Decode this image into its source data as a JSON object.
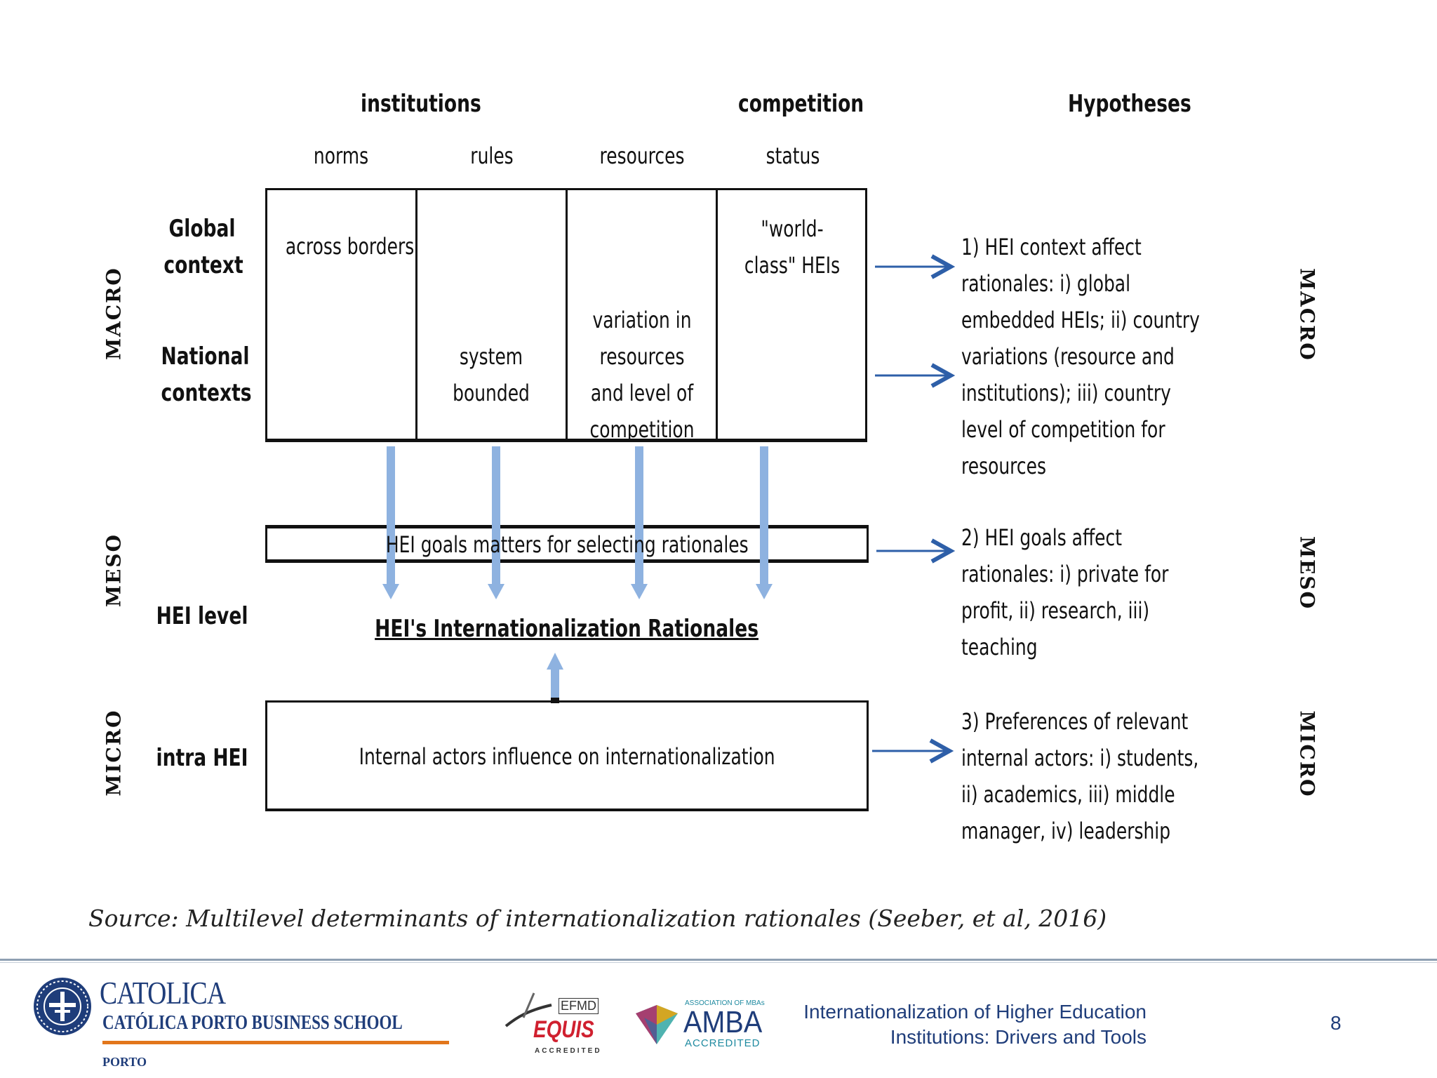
{
  "diagram": {
    "headers": {
      "institutions": "institutions",
      "competition": "competition",
      "hypotheses": "Hypotheses"
    },
    "subheaders": [
      "norms",
      "rules",
      "resources",
      "status"
    ],
    "row_labels": {
      "global": "Global context",
      "national": "National contexts",
      "hei_level": "HEI level",
      "intra_hei": "intra HEI"
    },
    "levels": {
      "macro": "MACRO",
      "meso": "MESO",
      "micro": "MICRO"
    },
    "cells": {
      "norms": "across borders",
      "rules": "system bounded",
      "resources": "variation in resources and level of competition",
      "status": "\"world-class\" HEIs"
    },
    "meso_box": "HEI goals matters for selecting rationales",
    "rationales": "HEI's Internationalization Rationales",
    "micro_box": "Internal actors influence on internationalization",
    "hypotheses": [
      "1) HEI context affect rationales: i) global embedded HEIs; ii) country variations (resource and institutions); iii) country level of competition for resources",
      "2) HEI goals affect rationales: i) private for profit, ii) research, iii) teaching",
      "3) Preferences of relevant internal actors: i) students, ii) academics, iii) middle manager, iv) leadership"
    ]
  },
  "source": "Source: Multilevel determinants of internationalization rationales (Seeber, et al, 2016)",
  "footer": {
    "logo_catolica": "CATOLICA",
    "logo_school": "CATÓLICA PORTO BUSINESS SCHOOL",
    "logo_city": "PORTO",
    "equis_top": "EFMD",
    "equis": "EQUIS",
    "equis_sub": "ACCREDITED",
    "amba_top": "ASSOCIATION OF MBAs",
    "amba": "AMBA",
    "amba_sub": "ACCREDITED",
    "title_line1": "Internationalization of Higher Education",
    "title_line2": "Institutions: Drivers and Tools",
    "page_number": "8"
  },
  "colors": {
    "arrow_blue": "#2e5fa8",
    "down_arrow_blue": "#8eb2e0",
    "orange": "#e2761b",
    "navy": "#1f3d7a"
  }
}
